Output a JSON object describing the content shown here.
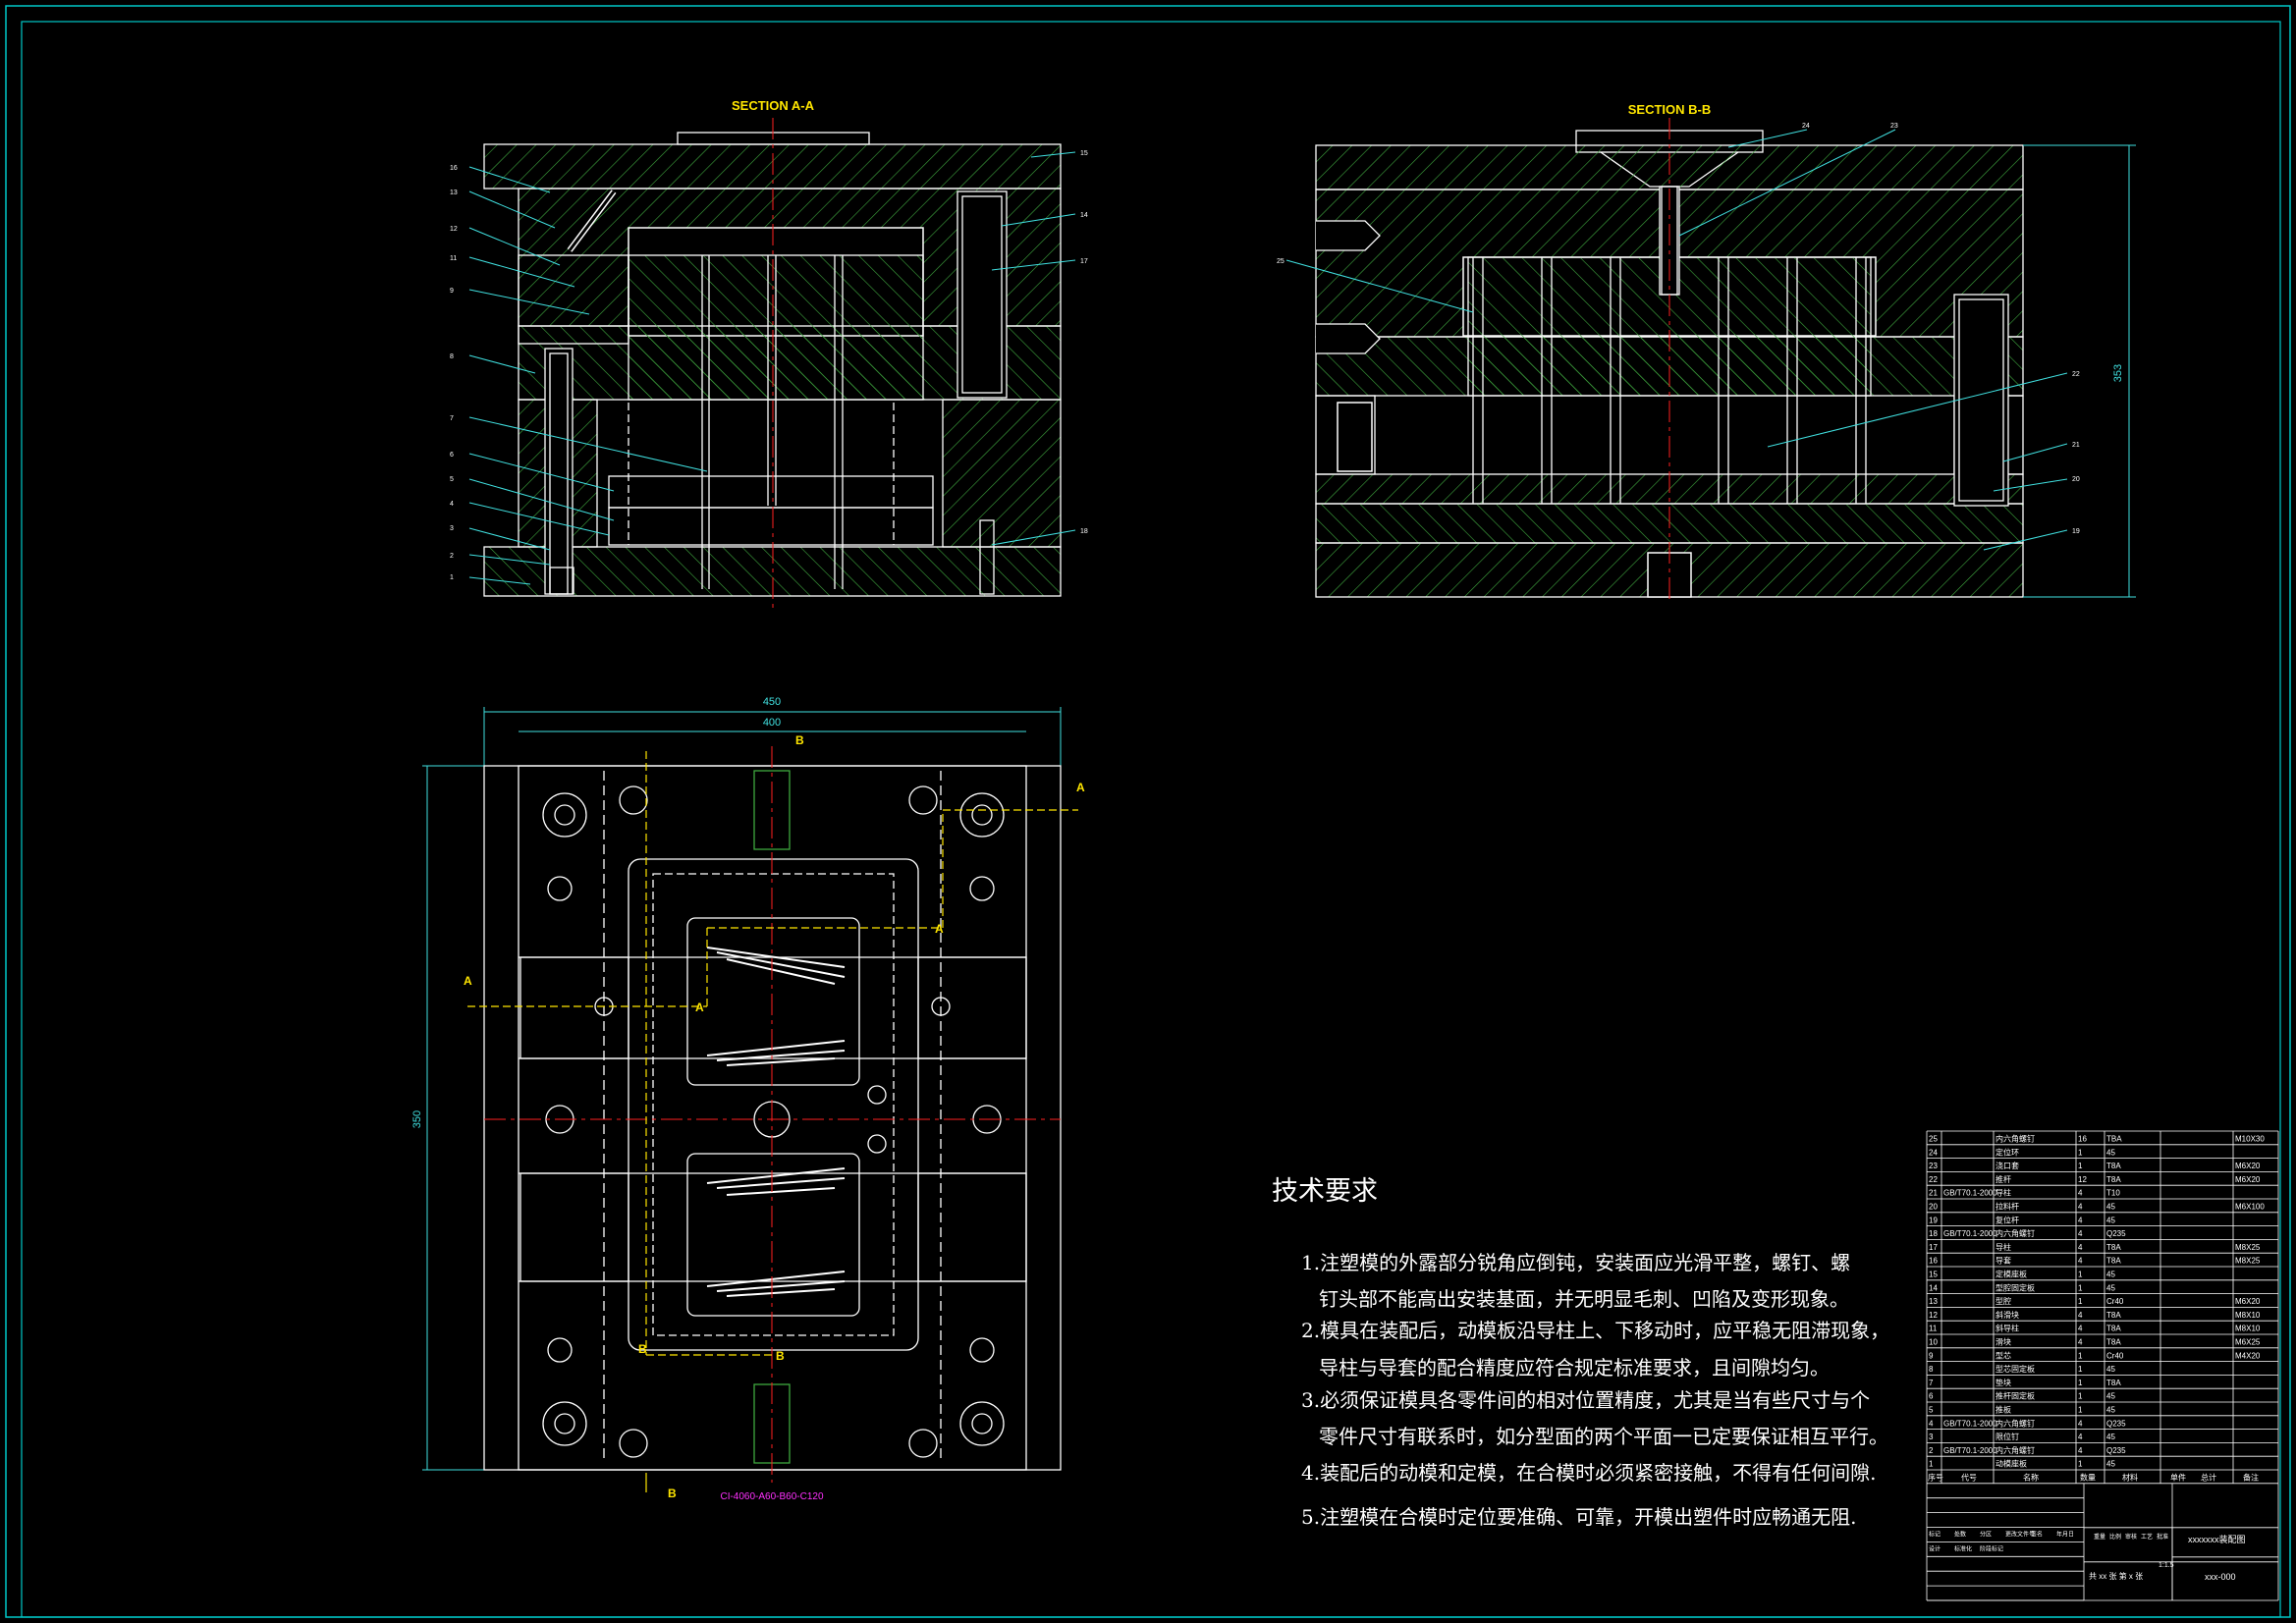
{
  "sections": {
    "aa_title": "SECTION A-A",
    "bb_title": "SECTION B-B"
  },
  "dimensions": {
    "plan_outer_width": "450",
    "plan_inner_width": "400",
    "plan_height": "350",
    "bb_height": "353"
  },
  "markers": {
    "a": "A",
    "b": "B"
  },
  "plan_note": "CI-4060-A60-B60-C120",
  "tech_req": {
    "title": "技术要求",
    "lines": [
      "1.注塑模的外露部分锐角应倒钝，安装面应光滑平整，螺钉、螺",
      "钉头部不能高出安装基面，并无明显毛刺、凹陷及变形现象。",
      "2.模具在装配后，动模板沿导柱上、下移动时，应平稳无阻滞现象，",
      "导柱与导套的配合精度应符合规定标准要求，且间隙均匀。",
      "3.必须保证模具各零件间的相对位置精度，尤其是当有些尺寸与个",
      "零件尺寸有联系时，如分型面的两个平面一已定要保证相互平行。",
      "4.装配后的动模和定模，在合模时必须紧密接触，不得有任何间隙.",
      "5.注塑模在合模时定位要准确、可靠，开模出塑件时应畅通无阻."
    ]
  },
  "bom": {
    "rows": [
      {
        "no": "25",
        "std": "",
        "name": "内六角螺钉",
        "qty": "16",
        "mat": "TBA",
        "note": "M10X30"
      },
      {
        "no": "24",
        "std": "",
        "name": "定位环",
        "qty": "1",
        "mat": "45",
        "note": ""
      },
      {
        "no": "23",
        "std": "",
        "name": "浇口套",
        "qty": "1",
        "mat": "T8A",
        "note": "M6X20"
      },
      {
        "no": "22",
        "std": "",
        "name": "推杆",
        "qty": "12",
        "mat": "T8A",
        "note": "M6X20"
      },
      {
        "no": "21",
        "std": "GB/T70.1-2000",
        "name": "导柱",
        "qty": "4",
        "mat": "T10",
        "note": ""
      },
      {
        "no": "20",
        "std": "",
        "name": "拉料杆",
        "qty": "4",
        "mat": "45",
        "note": "M6X100"
      },
      {
        "no": "19",
        "std": "",
        "name": "复位杆",
        "qty": "4",
        "mat": "45",
        "note": ""
      },
      {
        "no": "18",
        "std": "GB/T70.1-2000",
        "name": "内六角螺钉",
        "qty": "4",
        "mat": "Q235",
        "note": ""
      },
      {
        "no": "17",
        "std": "",
        "name": "导柱",
        "qty": "4",
        "mat": "T8A",
        "note": "M8X25"
      },
      {
        "no": "16",
        "std": "",
        "name": "导套",
        "qty": "4",
        "mat": "T8A",
        "note": "M8X25"
      },
      {
        "no": "15",
        "std": "",
        "name": "定模座板",
        "qty": "1",
        "mat": "45",
        "note": ""
      },
      {
        "no": "14",
        "std": "",
        "name": "型腔固定板",
        "qty": "1",
        "mat": "45",
        "note": ""
      },
      {
        "no": "13",
        "std": "",
        "name": "型腔",
        "qty": "1",
        "mat": "Cr40",
        "note": "M6X20"
      },
      {
        "no": "12",
        "std": "",
        "name": "斜滑块",
        "qty": "4",
        "mat": "T8A",
        "note": "M8X10"
      },
      {
        "no": "11",
        "std": "",
        "name": "斜导柱",
        "qty": "4",
        "mat": "T8A",
        "note": "M8X10"
      },
      {
        "no": "10",
        "std": "",
        "name": "滑块",
        "qty": "4",
        "mat": "T8A",
        "note": "M6X25"
      },
      {
        "no": "9",
        "std": "",
        "name": "型芯",
        "qty": "1",
        "mat": "Cr40",
        "note": "M4X20"
      },
      {
        "no": "8",
        "std": "",
        "name": "型芯固定板",
        "qty": "1",
        "mat": "45",
        "note": ""
      },
      {
        "no": "7",
        "std": "",
        "name": "垫块",
        "qty": "1",
        "mat": "T8A",
        "note": ""
      },
      {
        "no": "6",
        "std": "",
        "name": "推杆固定板",
        "qty": "1",
        "mat": "45",
        "note": ""
      },
      {
        "no": "5",
        "std": "",
        "name": "推板",
        "qty": "1",
        "mat": "45",
        "note": ""
      },
      {
        "no": "4",
        "std": "GB/T70.1-2000",
        "name": "内六角螺钉",
        "qty": "4",
        "mat": "Q235",
        "note": ""
      },
      {
        "no": "3",
        "std": "",
        "name": "限位钉",
        "qty": "4",
        "mat": "45",
        "note": ""
      },
      {
        "no": "2",
        "std": "GB/T70.1-2000",
        "name": "内六角螺钉",
        "qty": "4",
        "mat": "Q235",
        "note": ""
      },
      {
        "no": "1",
        "std": "",
        "name": "动模座板",
        "qty": "1",
        "mat": "45",
        "note": ""
      }
    ],
    "header": {
      "no": "序号",
      "std": "代号",
      "name": "名称",
      "qty": "数量",
      "mat": "材料",
      "weight": "单件",
      "total": "总计",
      "note": "备注"
    },
    "title_block": {
      "drawing_name": "xxxxxxx装配图",
      "drawing_no": "xxx-000",
      "scale": "1:1.5",
      "sheets": "共 xx 张  第 x 张",
      "labels": [
        "标记",
        "处数",
        "分区",
        "更改文件号",
        "签名",
        "年月日",
        "设计",
        "标准化",
        "阶段标记",
        "重量",
        "比例",
        "审核",
        "工艺",
        "批准"
      ]
    }
  },
  "colors": {
    "outline": "#ffffff",
    "hatch": "#3fa83f",
    "centerline": "#ff2020",
    "yellow": "#ffe600",
    "cyan": "#40e0e0",
    "border": "#00c8c8",
    "magenta": "#ff30ff"
  }
}
